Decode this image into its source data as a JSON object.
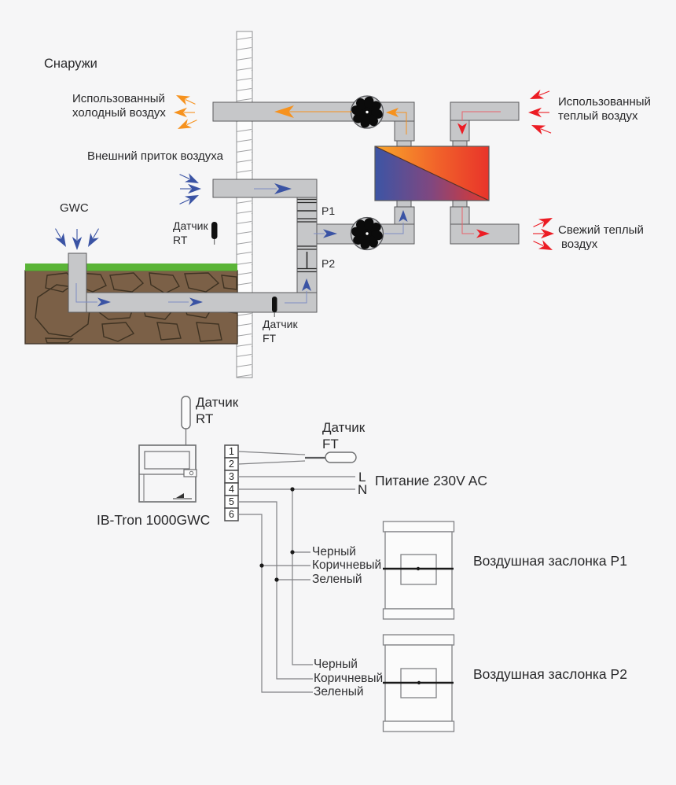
{
  "app": {
    "background": "#f6f6f7",
    "accent_orange": "#f6921e",
    "accent_blue": "#3a53a4",
    "accent_red": "#ec1c24",
    "duct_gray": "#c6c7c9"
  },
  "scene": {
    "outside": "Снаружи",
    "used_cold_air_1": "Использованный",
    "used_cold_air_2": "холодный воздух",
    "external_inflow": "Внешний приток воздуха",
    "gwc": "GWC",
    "sensor_rt_1": "Датчик",
    "sensor_rt_2": "RT",
    "sensor_ft_1": "Датчик",
    "sensor_ft_2": "FT",
    "used_warm_air_1": "Использованный",
    "used_warm_air_2": "теплый воздух",
    "fresh_warm_air_1": "Свежий теплый",
    "fresh_warm_air_2": "воздух",
    "damper_p1": "P1",
    "damper_p2": "P2"
  },
  "wiring": {
    "sensor_rt_1": "Датчик",
    "sensor_rt_2": "RT",
    "controller": "IB-Tron 1000GWC",
    "terminals": [
      "1",
      "2",
      "3",
      "4",
      "5",
      "6"
    ],
    "sensor_ft_1": "Датчик",
    "sensor_ft_2": "FT",
    "l": "L",
    "n": "N",
    "power": "Питание 230V AC",
    "p1": {
      "wire_black": "Черный",
      "wire_brown": "Коричневый",
      "wire_green": "Зеленый",
      "label": "Воздушная заслонка P1"
    },
    "p2": {
      "wire_black": "Черный",
      "wire_brown": "Коричневый",
      "wire_green": "Зеленый",
      "label": "Воздушная заслонка P2"
    }
  }
}
